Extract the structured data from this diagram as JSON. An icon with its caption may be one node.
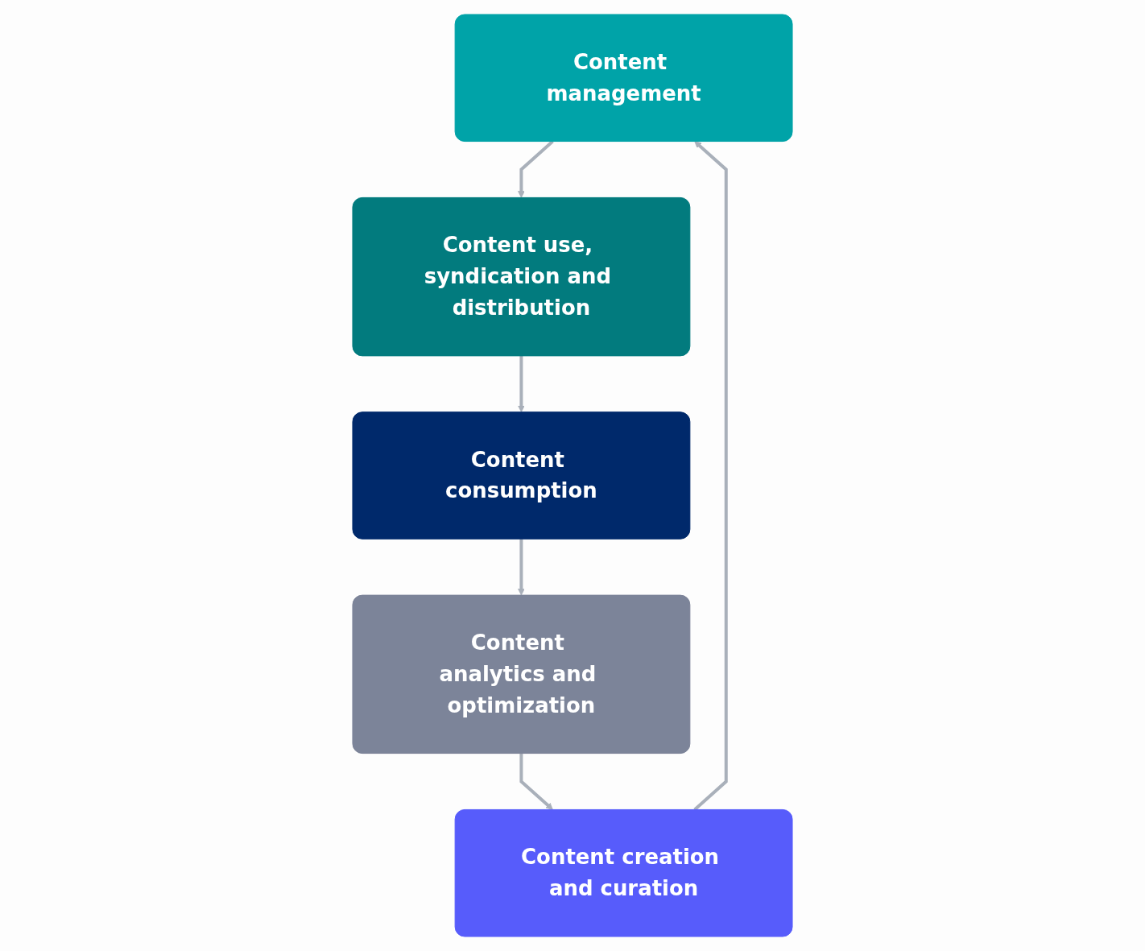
{
  "diagram": {
    "nodes": [
      {
        "text": [
          "Content management"
        ]
      },
      {
        "text": [
          "Content use, syndication and distribution"
        ]
      },
      {
        "text": [
          "Content consumption"
        ]
      },
      {
        "text": [
          "Content creation and curation"
        ]
      },
      {
        "text": [
          "Content analytics and optimization"
        ]
      }
    ],
    "edges": [
      {
        "from": 0,
        "to": 1,
        "arrow": "to"
      },
      {
        "from": 1,
        "to": 2,
        "arrow": "to"
      },
      {
        "from": 2,
        "to": 4,
        "arrow": "to"
      },
      {
        "from": 4,
        "to": 3,
        "arrow": "to"
      },
      {
        "from": 3,
        "to": 0,
        "arrow": "to"
      }
    ]
  }
}
